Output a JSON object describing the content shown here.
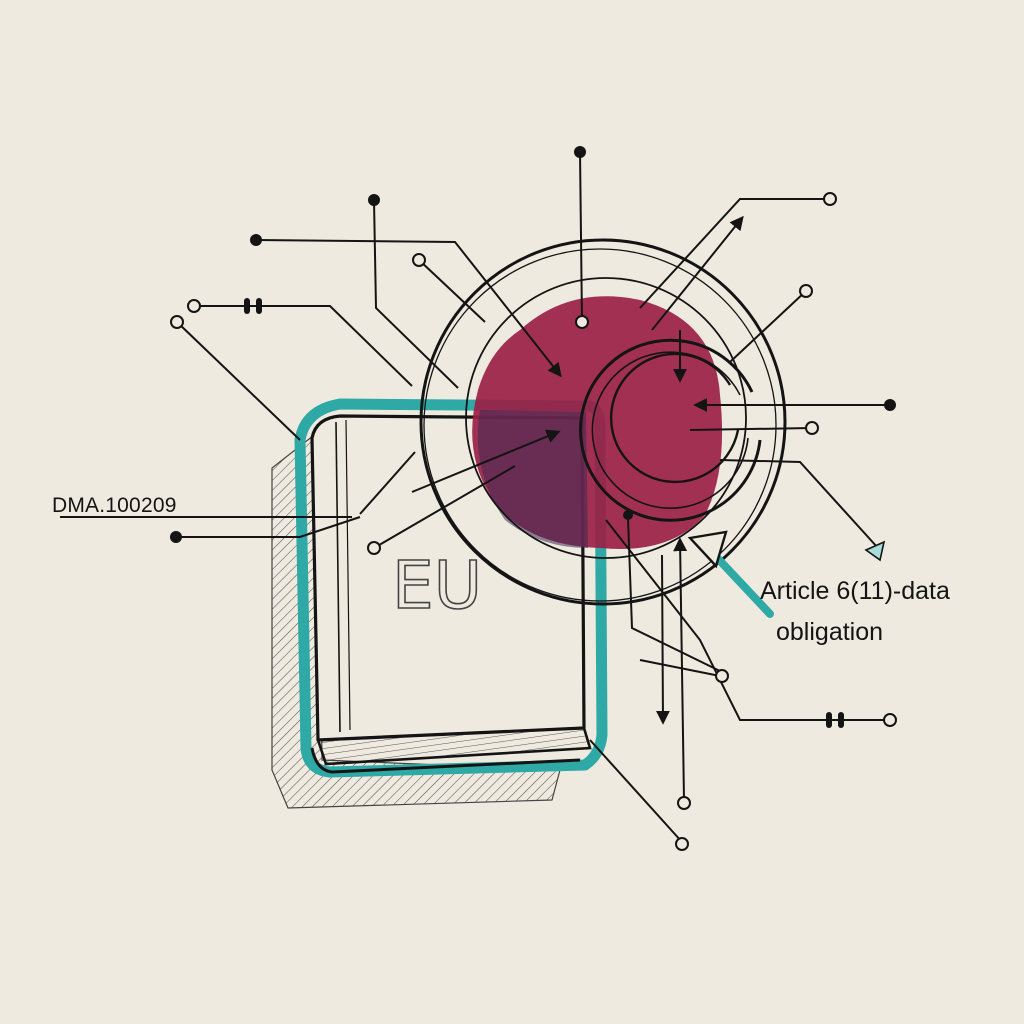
{
  "diagram": {
    "book": {
      "title": "EU"
    },
    "labels": {
      "identifier": "DMA.100209",
      "article_line_1": "Article 6(11)-data",
      "article_line_2": "obligation"
    },
    "colors": {
      "background": "#efeadf",
      "ink": "#141414",
      "accent_teal": "#2fa9a5",
      "accent_magenta": "#9b2047",
      "hatching": "#555555"
    }
  }
}
